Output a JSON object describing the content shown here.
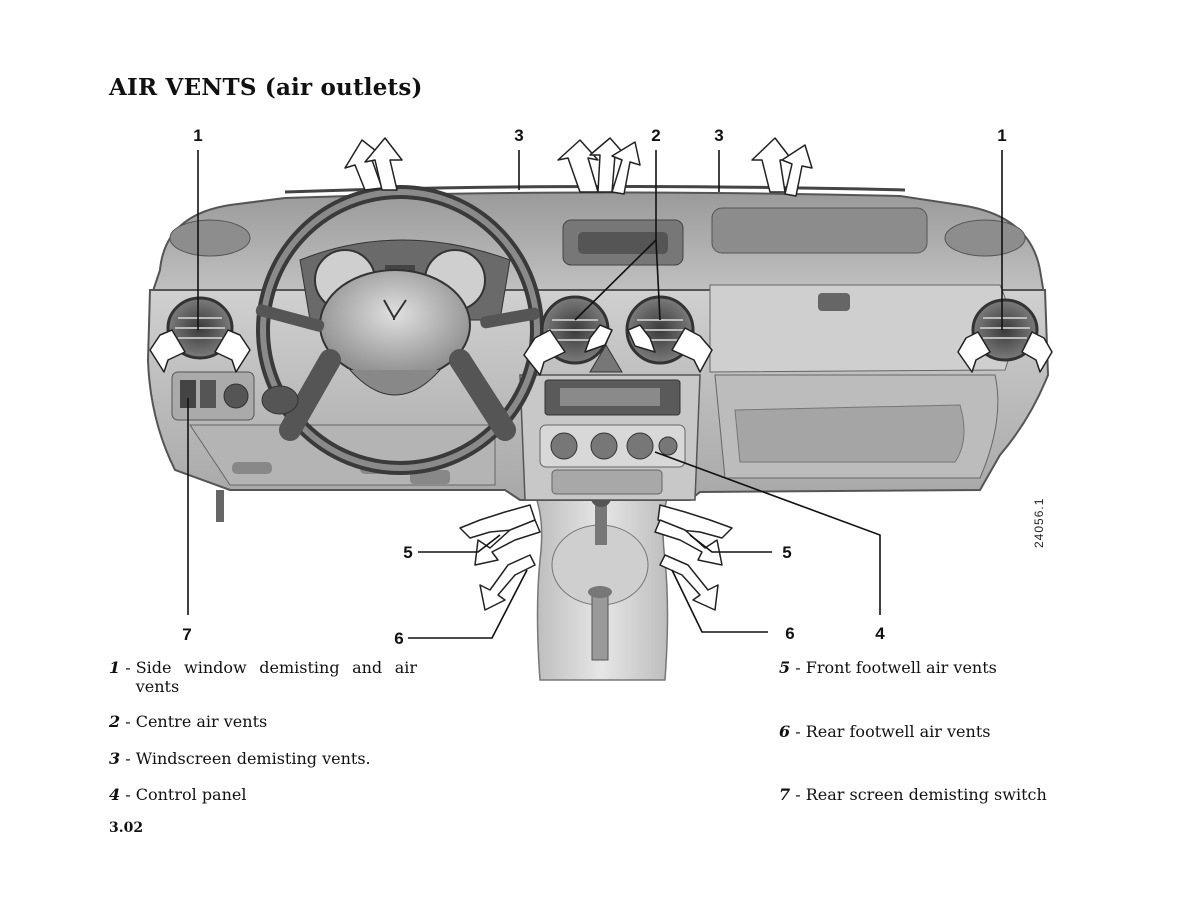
{
  "page": {
    "title": "AIR VENTS (air outlets)",
    "page_number": "3.02",
    "figure_code": "24056.1"
  },
  "callouts": {
    "c1_left": "1",
    "c3_left": "3",
    "c2": "2",
    "c3_right": "3",
    "c1_right": "1",
    "c5_left": "5",
    "c5_right": "5",
    "c7": "7",
    "c6_left": "6",
    "c6_right": "6",
    "c4": "4"
  },
  "legend": [
    {
      "num": "1",
      "text": "Side window demisting and air vents"
    },
    {
      "num": "2",
      "text": "Centre air vents"
    },
    {
      "num": "3",
      "text": "Windscreen demisting vents."
    },
    {
      "num": "4",
      "text": "Control panel"
    },
    {
      "num": "5",
      "text": "Front footwell air vents"
    },
    {
      "num": "6",
      "text": "Rear footwell air vents"
    },
    {
      "num": "7",
      "text": "Rear screen demisting switch"
    }
  ]
}
